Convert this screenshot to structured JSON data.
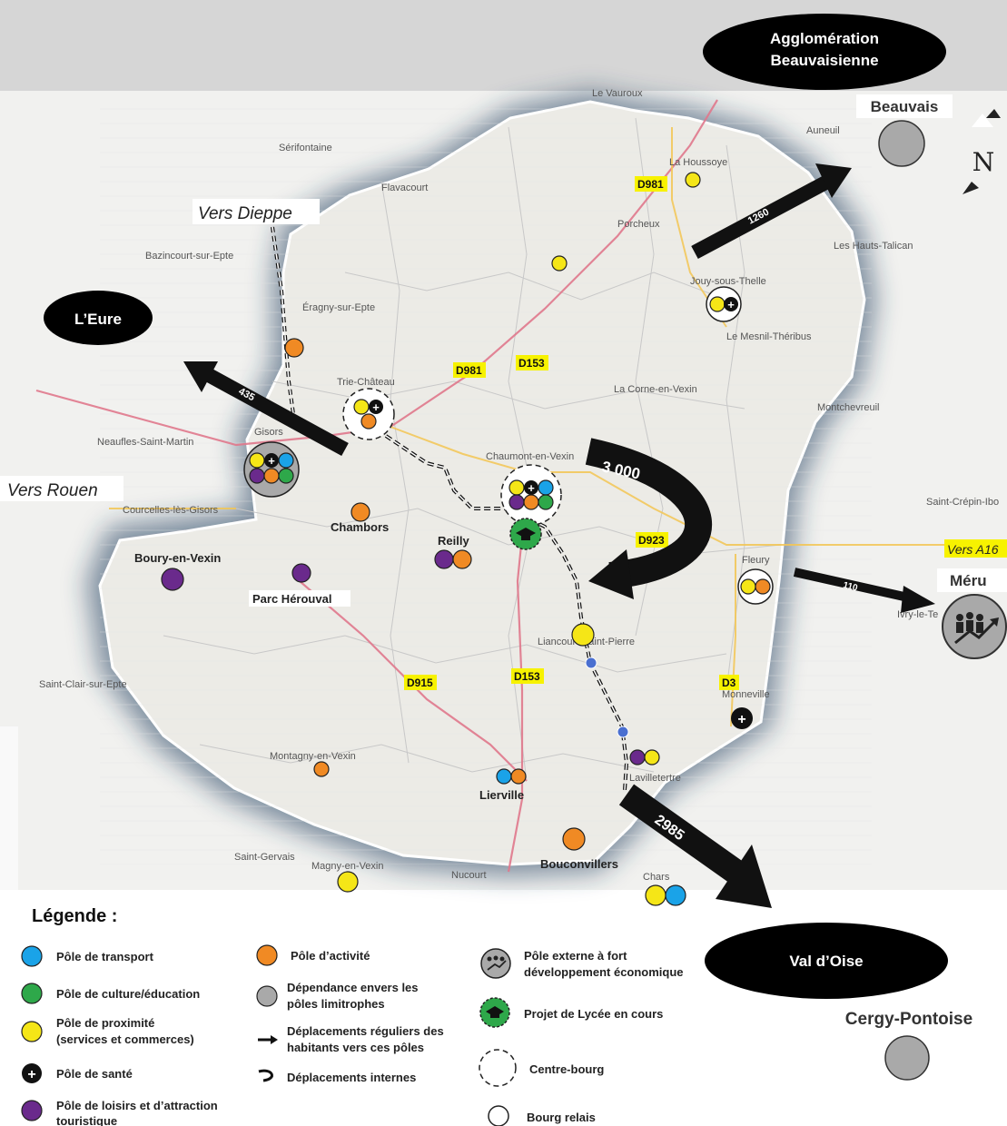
{
  "regions": {
    "agglo": [
      "Agglomération",
      "Beauvaisienne"
    ],
    "eure": "L’Eure",
    "val_oise": "Val d’Oise"
  },
  "external_towns": {
    "beauvais": "Beauvais",
    "meru": "Méru",
    "cergy": "Cergy-Pontoise"
  },
  "directions": {
    "dieppe": "Vers Dieppe",
    "rouen": "Vers Rouen",
    "a16": "Vers A16"
  },
  "flows": {
    "beauvais": "1260",
    "eure": "435",
    "meru": "110",
    "val_oise": "2985",
    "internal": "3 000"
  },
  "roads": [
    "D981",
    "D981",
    "D153",
    "D923",
    "D915",
    "D153",
    "D3"
  ],
  "base_places": [
    "Le Vauroux",
    "Auneuil",
    "Sérifontaine",
    "Flavacourt",
    "La Houssoye",
    "Porcheux",
    "Les Hauts-Talican",
    "Bazincourt-sur-Epte",
    "Jouy-sous-Thelle",
    "Éragny-sur-Epte",
    "Le Mesnil-Théribus",
    "Trie-Château",
    "La Corne-en-Vexin",
    "Montchevreuil",
    "Gisors",
    "Neaufles-Saint-Martin",
    "Chaumont-en-Vexin",
    "Saint-Crépin-Ibo",
    "Courcelles-lès-Gisors",
    "Fleury",
    "Ivry-le-Te",
    "Liancourt-Saint-Pierre",
    "Saint-Clair-sur-Epte",
    "Monneville",
    "Montagny-en-Vexin",
    "Lavilletertre",
    "Saint-Gervais",
    "Magny-en-Vexin",
    "Nucourt",
    "Chars"
  ],
  "pole_labels": [
    "Chambors",
    "Reilly",
    "Boury-en-Vexin",
    "Parc Hérouval",
    "Lierville",
    "Bouconvillers"
  ],
  "compass": "N",
  "legend": {
    "title": "Légende :",
    "transport": "Pôle de transport",
    "culture": "Pôle de culture/éducation",
    "proximite": [
      "Pôle de proximité",
      "(services et commerces)"
    ],
    "sante": "Pôle de santé",
    "loisirs": [
      "Pôle de loisirs et d’attraction",
      "touristique"
    ],
    "activite": "Pôle d’activité",
    "dependance": [
      "Dépendance envers les",
      "pôles limitrophes"
    ],
    "deplacements_reguliers": [
      "Déplacements réguliers des",
      "habitants vers ces pôles"
    ],
    "deplacements_internes": "Déplacements internes",
    "pole_externe": [
      "Pôle externe à fort",
      "développement économique"
    ],
    "lycee": "Projet de Lycée en cours",
    "centre_bourg": "Centre-bourg",
    "bourg_relais": "Bourg relais"
  },
  "colors": {
    "transport": "#1aa3e8",
    "culture": "#2ea84a",
    "proximite": "#f5e617",
    "activite": "#f08a24",
    "loisirs": "#6a2a8c",
    "dependance": "#a9a9a9",
    "road_label": "#f7f200",
    "rail_station": "#4a6fd0"
  }
}
